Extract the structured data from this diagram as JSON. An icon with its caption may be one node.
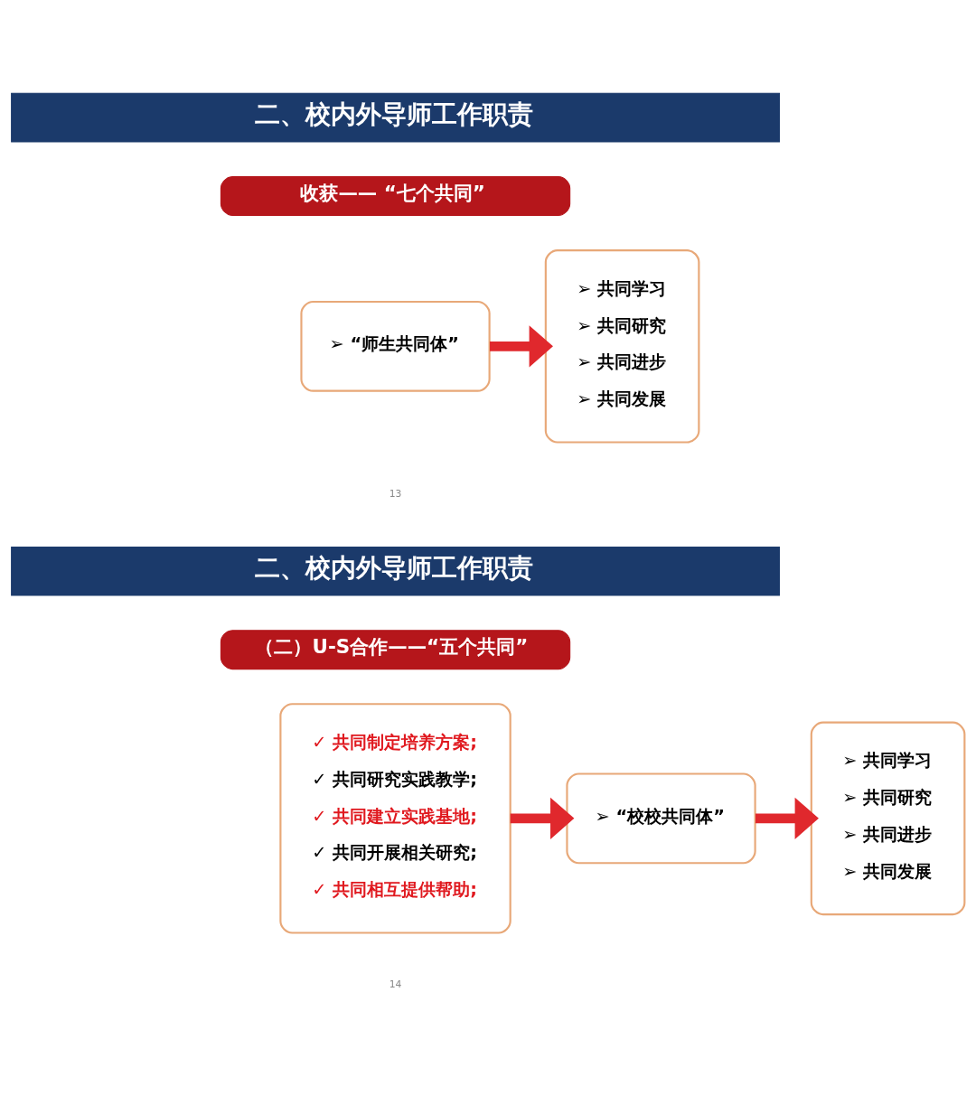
{
  "diagram": {
    "nodes": [
      {
        "text": [
          "二、校内外导师工作职责"
        ]
      },
      {
        "text": [
          "收获—— “七个共同”"
        ]
      },
      {
        "text": [
          "➢ “师生共同体”"
        ]
      },
      {
        "text": [
          "➢ 共同学习",
          "➢ 共同研究",
          "➢ 共同进步",
          "➢ 共同发展"
        ]
      },
      {
        "text": [
          "二、校内外导师工作职责"
        ]
      },
      {
        "text": [
          "（二）U-S合作——“五个共同”"
        ]
      },
      {
        "text": [
          "✓ 共同制定培养方案;",
          "✓ 共同研究实践教学;",
          "✓ 共同建立实践基地;",
          "✓ 共同开展相关研究;",
          "✓ 共同相互提供帮助;"
        ]
      },
      {
        "text": [
          "➢ “校校共同体”"
        ]
      },
      {
        "text": [
          "➢ 共同学习",
          "➢ 共同研究",
          "➢ 共同进步",
          "➢ 共同发展"
        ]
      }
    ],
    "edges": [
      {
        "from": 2,
        "to": 3,
        "arrow": "to"
      },
      {
        "from": 6,
        "to": 7,
        "arrow": "to"
      },
      {
        "from": 7,
        "to": 8,
        "arrow": "to"
      }
    ],
    "labels": [
      "13",
      "14"
    ]
  }
}
